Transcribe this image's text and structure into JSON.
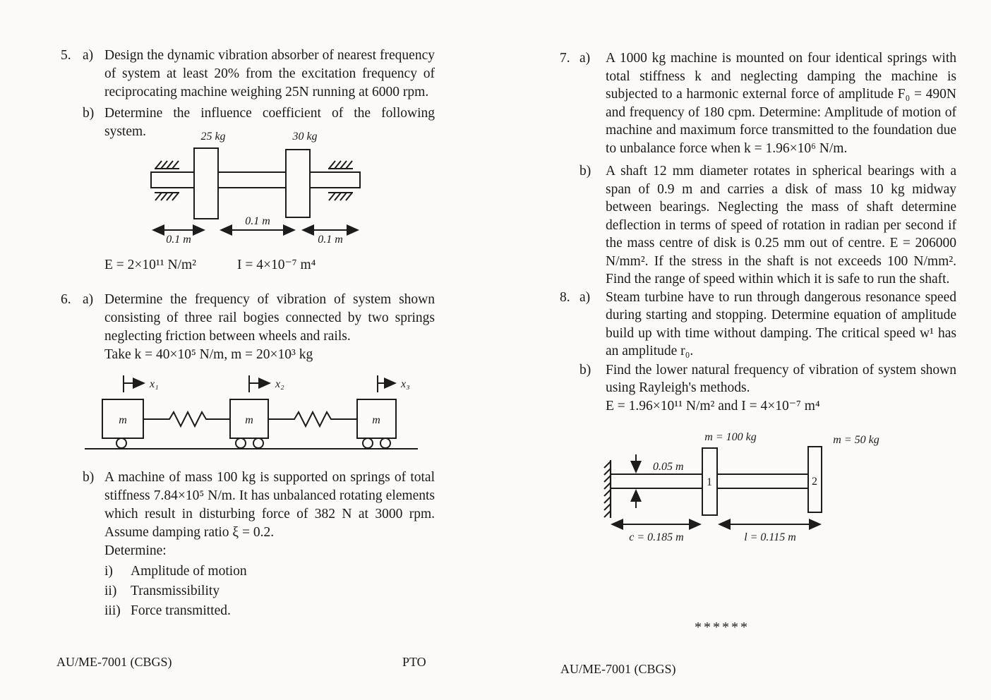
{
  "doc": {
    "course_code_left": "AU/ME-7001 (CBGS)",
    "pto": "PTO",
    "course_code_right": "AU/ME-7001 (CBGS)",
    "stars": "******"
  },
  "left": {
    "q5": {
      "num": "5.",
      "a_label": "a)",
      "a_text": "Design the dynamic vibration absorber of nearest frequency of system at least 20% from the excitation frequency of reciprocating machine weighing 25N running at 6000 rpm.",
      "b_label": "b)",
      "b_text": "Determine the influence coefficient of the following system.",
      "diagram": {
        "mass1": "25 kg",
        "mass2": "30 kg",
        "dim_left": "0.1 m",
        "dim_mid": "0.1 m",
        "dim_right": "0.1 m",
        "E": "E = 2×10¹¹ N/m²",
        "I": "I = 4×10⁻⁷ m⁴"
      }
    },
    "q6": {
      "num": "6.",
      "a_label": "a)",
      "a_text": "Determine the frequency of vibration of system shown consisting of three rail bogies connected by two springs neglecting friction between wheels and rails.",
      "a_take": "Take k = 40×10⁵ N/m, m = 20×10³ kg",
      "diagram": {
        "x1": "x₁",
        "x2": "x₂",
        "x3": "x₃",
        "m1": "m",
        "m2": "m",
        "m3": "m"
      },
      "b_label": "b)",
      "b_text": "A machine of mass 100 kg is supported on springs of total stiffness 7.84×10⁵ N/m. It has unbalanced rotating elements which result in disturbing force of 382 N at 3000 rpm. Assume damping ratio ξ = 0.2.",
      "b_determine": "Determine:",
      "items": [
        {
          "label": "i)",
          "text": "Amplitude of motion"
        },
        {
          "label": "ii)",
          "text": "Transmissibility"
        },
        {
          "label": "iii)",
          "text": "Force transmitted."
        }
      ]
    }
  },
  "right": {
    "q7": {
      "num": "7.",
      "a_label": "a)",
      "a_text": "A 1000 kg machine is mounted on four identical springs with total stiffness k and neglecting damping the machine is subjected to a harmonic external force of amplitude F₀ = 490N and frequency of 180 cpm. Determine: Amplitude of motion of machine and maximum force transmitted to the foundation due to unbalance force when k = 1.96×10⁶ N/m.",
      "b_label": "b)",
      "b_text": "A shaft 12 mm diameter rotates in spherical bearings with a span of 0.9 m and carries a disk of mass 10 kg midway between bearings. Neglecting the mass of shaft determine deflection in terms of speed of rotation in radian per second if the mass centre of disk is 0.25 mm out of centre. E = 206000 N/mm². If the stress in the shaft is not exceeds 100 N/mm². Find the range of speed within which it is safe to run the shaft."
    },
    "q8": {
      "num": "8.",
      "a_label": "a)",
      "a_text": "Steam turbine have to run through dangerous resonance speed during starting and stopping. Determine equation of amplitude build up with time without damping. The critical speed w¹ has an amplitude r₀.",
      "b_label": "b)",
      "b_text": "Find the lower natural frequency of vibration of system shown using Rayleigh's methods.",
      "b_eq": "E = 1.96×10¹¹ N/m² and I = 4×10⁻⁷ m⁴",
      "diagram": {
        "mass1": "m = 100 kg",
        "mass2": "m = 50 kg",
        "thickness": "0.05 m",
        "disk1": "1",
        "disk2": "2",
        "dim_c": "c = 0.185 m",
        "dim_l": "l = 0.115 m"
      }
    }
  }
}
